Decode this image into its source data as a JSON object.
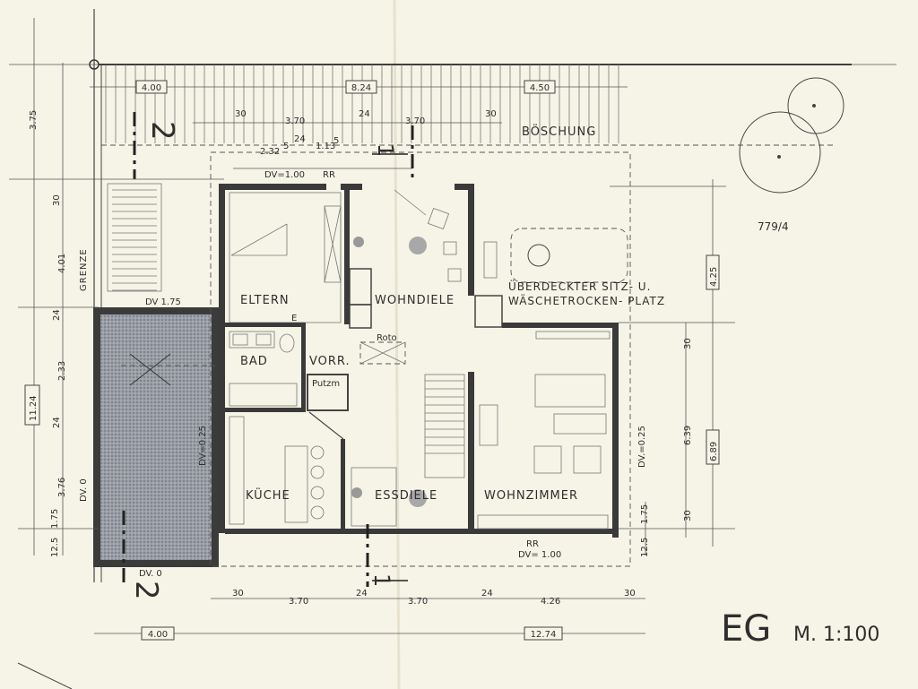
{
  "rooms": {
    "eltern": "ELTERN",
    "wohndiele": "WOHNDIELE",
    "bad": "BAD",
    "vorr": "VORR.",
    "putzm": "Putzm",
    "kueche": "KÜCHE",
    "essdiele": "ESSDIELE",
    "wohnzimmer": "WOHNZIMMER",
    "roto": "Roto"
  },
  "site_labels": {
    "boeschung": "BÖSCHUNG",
    "grenze": "GRENZE",
    "parcel": "779/4",
    "terrace_line1": "ÜBERDECKTER SITZ- U.",
    "terrace_line2": "WÄSCHETROCKEN- PLATZ",
    "dv_top": "DV=1.00",
    "rr_top": "RR",
    "dv_175": "DV 1.75",
    "dv_0_left": "DV. 0",
    "dv_0_bottom": "DV. 0",
    "dv_025_left": "DV=0.25",
    "dv_025_right": "DV.=0.25",
    "rr_bottom": "RR",
    "dv_bottom": "DV= 1.00",
    "e_mark": "E"
  },
  "section_marks": {
    "one": "1",
    "two": "2"
  },
  "dims": {
    "top_boxes": [
      "4.00",
      "8.24",
      "4.50"
    ],
    "top_row": [
      "30",
      "3.70",
      "24",
      "3.70",
      "30"
    ],
    "top_row2": [
      "2.32",
      "5",
      "24",
      "1.13",
      "5"
    ],
    "left_vertical": [
      "3.75",
      "30",
      "4.01",
      "24",
      "2.33",
      "24",
      "3.76",
      "1.75",
      "12.5"
    ],
    "left_box": "11.24",
    "right_vertical": [
      "4.25",
      "30",
      "6.39",
      "30",
      "1.75",
      "12.5"
    ],
    "right_box": "6.89",
    "bottom_row": [
      "30",
      "3.70",
      "24",
      "3.70",
      "24",
      "4.26",
      "30"
    ],
    "bottom_boxes": [
      "4.00",
      "12.74"
    ]
  },
  "title": {
    "floor": "EG",
    "scale": "M. 1:100"
  }
}
